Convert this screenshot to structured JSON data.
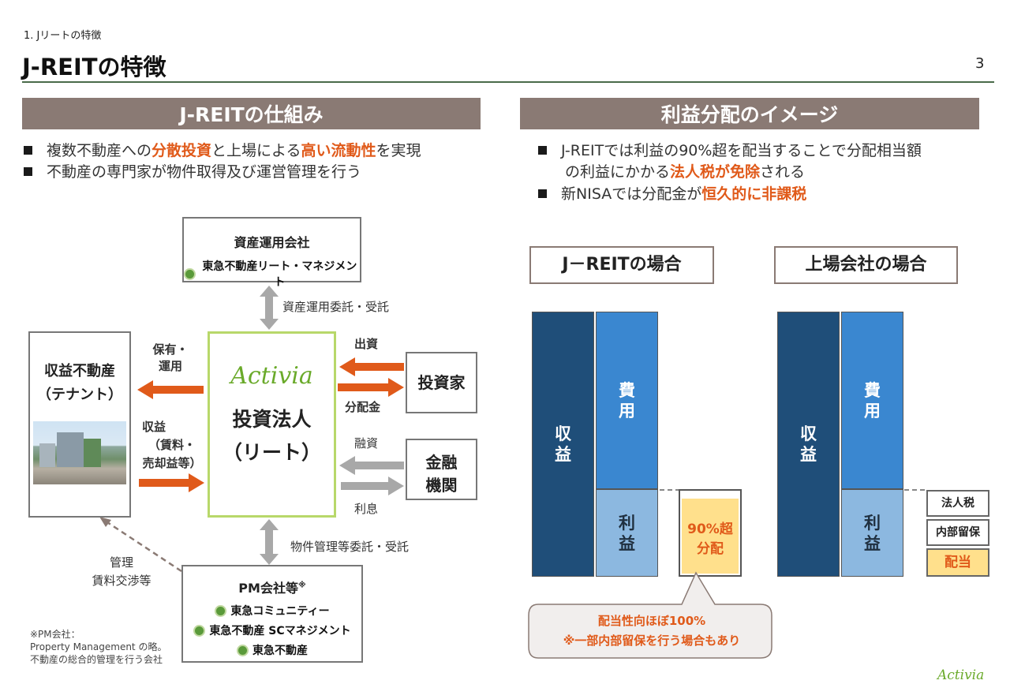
{
  "header": {
    "breadcrumb": "1. Jリートの特徴",
    "title": "J-REITの特徴",
    "page_number": "3"
  },
  "left": {
    "section_title": "J-REITの仕組み",
    "bullets": [
      {
        "parts": [
          "複数不動産への",
          "分散投資",
          "と上場による",
          "高い流動性",
          "を実現"
        ]
      },
      {
        "text": "不動産の専門家が物件取得及び運営管理を行う"
      }
    ],
    "diagram": {
      "am_title": "資産運用会社",
      "am_logo": "東急不動産リート・マネジメント",
      "am_arrow_label": "資産運用委託・受託",
      "property_title": "収益不動産",
      "property_sub": "（テナント）",
      "hold_label_1": "保有・",
      "hold_label_2": "運用",
      "income_label_1": "収益",
      "income_label_2": "（賃料・",
      "income_label_3": "売却益等）",
      "activia_logo": "Activia",
      "reit_title": "投資法人",
      "reit_sub": "（リート）",
      "invest_label": "出資",
      "investor": "投資家",
      "dividend_label": "分配金",
      "loan_label": "融資",
      "bank_1": "金融",
      "bank_2": "機関",
      "interest_label": "利息",
      "pm_arrow_label": "物件管理等委託・受託",
      "pm_title": "PM会社等",
      "pm_mark": "※",
      "pm_logos": [
        "東急コミュニティー",
        "東急不動産 SCマネジメント",
        "東急不動産"
      ],
      "mgmt_label_1": "管理",
      "mgmt_label_2": "賃料交渉等",
      "note_1": "※PM会社：",
      "note_2": "Property Management の略。",
      "note_3": "不動産の総合的管理を行う会社"
    }
  },
  "right": {
    "section_title": "利益分配のイメージ",
    "bullets": [
      {
        "parts": [
          "J-REITでは利益の90%超を配当することで分配相当額",
          "の利益にかかる",
          "法人税が免除",
          "される"
        ]
      },
      {
        "parts": [
          "新NISAでは分配金が",
          "恒久的に非課税"
        ]
      }
    ],
    "jreit_case": "J－REITの場合",
    "listed_case": "上場会社の場合",
    "revenue": "収益",
    "expense": "費用",
    "profit": "利益",
    "dist_1": "90%超",
    "dist_2": "分配",
    "corp_tax": "法人税",
    "retained": "内部留保",
    "dividend": "配当",
    "callout_1": "配当性向ほぼ100%",
    "callout_2": "※一部内部留保を行う場合もあり"
  },
  "footer_logo": "Activia",
  "colors": {
    "accent_orange": "#e05a1a",
    "bar_header": "#8a7a74",
    "revenue_navy": "#1f4e79",
    "expense_blue": "#3a87d0",
    "profit_lightblue": "#8cb8e0",
    "dividend_yellow": "#ffe08c",
    "activia_green": "#6aaa2a"
  }
}
